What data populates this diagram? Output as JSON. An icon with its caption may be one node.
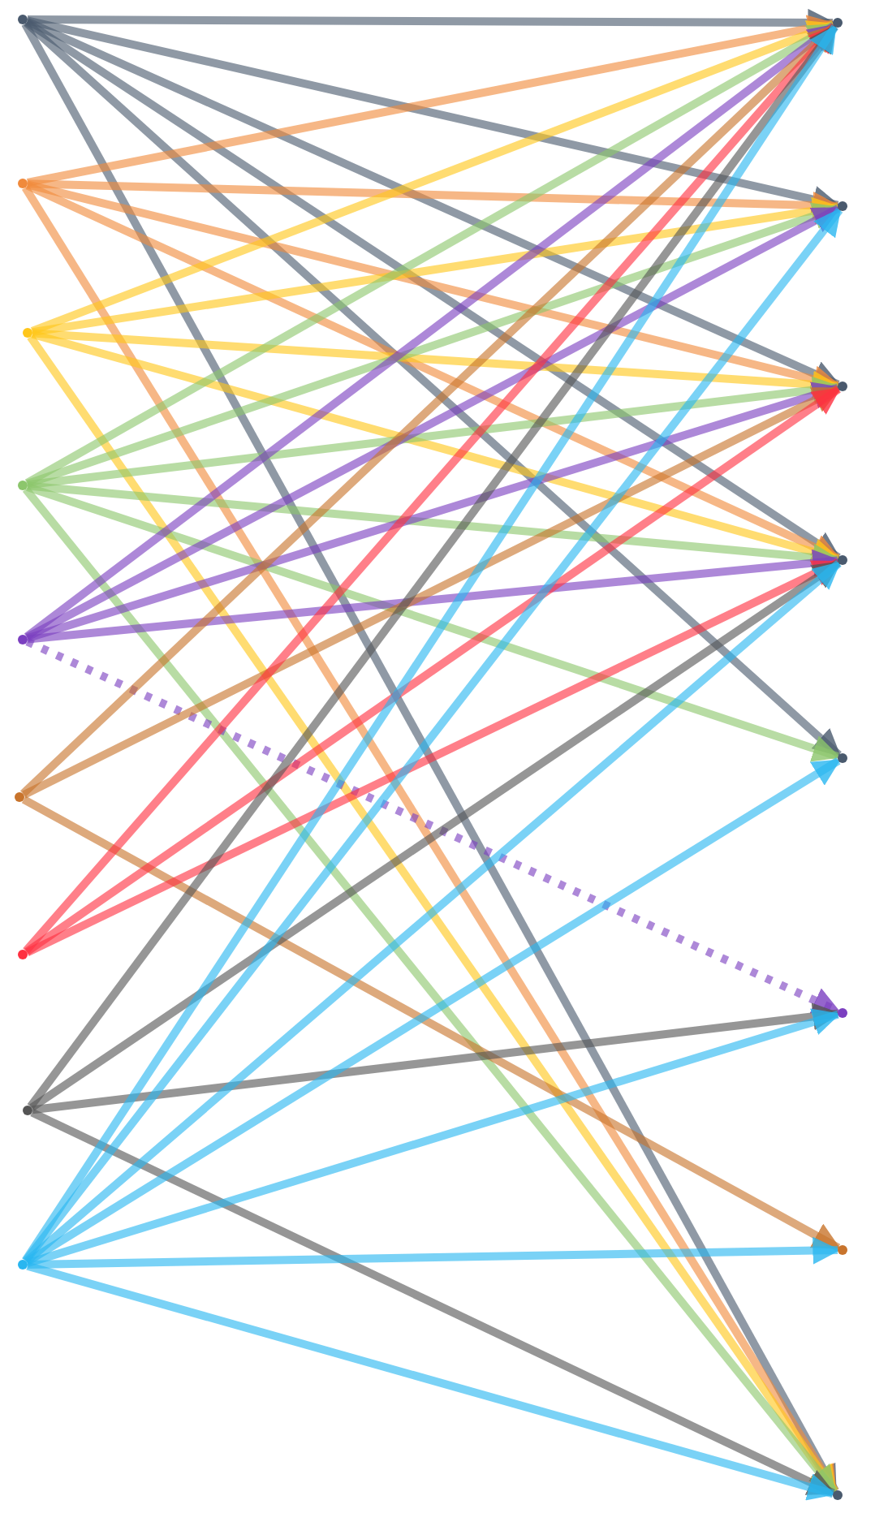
{
  "diagram": {
    "nodes": [
      {
        "text": [],
        "shape": "dot"
      },
      {
        "text": [],
        "shape": "dot"
      },
      {
        "text": [],
        "shape": "dot"
      },
      {
        "text": [],
        "shape": "dot"
      },
      {
        "text": [],
        "shape": "dot"
      },
      {
        "text": [],
        "shape": "dot"
      },
      {
        "text": [],
        "shape": "dot"
      },
      {
        "text": [],
        "shape": "dot"
      },
      {
        "text": [],
        "shape": "dot"
      },
      {
        "text": [],
        "shape": "dot"
      },
      {
        "text": [],
        "shape": "dot"
      },
      {
        "text": [],
        "shape": "dot"
      },
      {
        "text": [],
        "shape": "dot"
      },
      {
        "text": [],
        "shape": "dot"
      },
      {
        "text": [],
        "shape": "dot"
      },
      {
        "text": [],
        "shape": "dot"
      },
      {
        "text": [],
        "shape": "dot"
      }
    ],
    "edges": [
      {
        "from": 0,
        "to": 9,
        "arrow": "to",
        "color": "#4a5a6e"
      },
      {
        "from": 0,
        "to": 10,
        "arrow": "to",
        "color": "#4a5a6e"
      },
      {
        "from": 0,
        "to": 11,
        "arrow": "to",
        "color": "#4a5a6e"
      },
      {
        "from": 0,
        "to": 12,
        "arrow": "to",
        "color": "#4a5a6e"
      },
      {
        "from": 0,
        "to": 13,
        "arrow": "to",
        "color": "#4a5a6e"
      },
      {
        "from": 0,
        "to": 16,
        "arrow": "to",
        "color": "#4a5a6e"
      },
      {
        "from": 1,
        "to": 9,
        "arrow": "to",
        "color": "#f08a3c"
      },
      {
        "from": 1,
        "to": 10,
        "arrow": "to",
        "color": "#f08a3c"
      },
      {
        "from": 1,
        "to": 11,
        "arrow": "to",
        "color": "#f08a3c"
      },
      {
        "from": 1,
        "to": 12,
        "arrow": "to",
        "color": "#f08a3c"
      },
      {
        "from": 1,
        "to": 16,
        "arrow": "to",
        "color": "#f08a3c"
      },
      {
        "from": 2,
        "to": 9,
        "arrow": "to",
        "color": "#ffc61a"
      },
      {
        "from": 2,
        "to": 10,
        "arrow": "to",
        "color": "#ffc61a"
      },
      {
        "from": 2,
        "to": 11,
        "arrow": "to",
        "color": "#ffc61a"
      },
      {
        "from": 2,
        "to": 12,
        "arrow": "to",
        "color": "#ffc61a"
      },
      {
        "from": 2,
        "to": 16,
        "arrow": "to",
        "color": "#ffc61a"
      },
      {
        "from": 3,
        "to": 9,
        "arrow": "to",
        "color": "#8cc66c"
      },
      {
        "from": 3,
        "to": 10,
        "arrow": "to",
        "color": "#8cc66c"
      },
      {
        "from": 3,
        "to": 11,
        "arrow": "to",
        "color": "#8cc66c"
      },
      {
        "from": 3,
        "to": 12,
        "arrow": "to",
        "color": "#8cc66c"
      },
      {
        "from": 3,
        "to": 13,
        "arrow": "to",
        "color": "#8cc66c"
      },
      {
        "from": 3,
        "to": 16,
        "arrow": "to",
        "color": "#8cc66c"
      },
      {
        "from": 4,
        "to": 9,
        "arrow": "to",
        "color": "#7b3fc0"
      },
      {
        "from": 4,
        "to": 10,
        "arrow": "to",
        "color": "#7b3fc0"
      },
      {
        "from": 4,
        "to": 11,
        "arrow": "to",
        "color": "#7b3fc0"
      },
      {
        "from": 4,
        "to": 12,
        "arrow": "to",
        "color": "#7b3fc0"
      },
      {
        "from": 4,
        "to": 14,
        "arrow": "to",
        "color": "#7b3fc0",
        "style": "dashed"
      },
      {
        "from": 5,
        "to": 9,
        "arrow": "to",
        "color": "#c8742c"
      },
      {
        "from": 5,
        "to": 11,
        "arrow": "to",
        "color": "#c8742c"
      },
      {
        "from": 5,
        "to": 15,
        "arrow": "to",
        "color": "#c8742c"
      },
      {
        "from": 6,
        "to": 9,
        "arrow": "to",
        "color": "#ff3040"
      },
      {
        "from": 6,
        "to": 11,
        "arrow": "to",
        "color": "#ff3040"
      },
      {
        "from": 6,
        "to": 12,
        "arrow": "to",
        "color": "#ff3040"
      },
      {
        "from": 7,
        "to": 9,
        "arrow": "to",
        "color": "#555555"
      },
      {
        "from": 7,
        "to": 12,
        "arrow": "to",
        "color": "#555555"
      },
      {
        "from": 7,
        "to": 14,
        "arrow": "to",
        "color": "#555555"
      },
      {
        "from": 7,
        "to": 16,
        "arrow": "to",
        "color": "#555555"
      },
      {
        "from": 8,
        "to": 9,
        "arrow": "to",
        "color": "#29b6f0"
      },
      {
        "from": 8,
        "to": 10,
        "arrow": "to",
        "color": "#29b6f0"
      },
      {
        "from": 8,
        "to": 12,
        "arrow": "to",
        "color": "#29b6f0"
      },
      {
        "from": 8,
        "to": 13,
        "arrow": "to",
        "color": "#29b6f0"
      },
      {
        "from": 8,
        "to": 14,
        "arrow": "to",
        "color": "#29b6f0"
      },
      {
        "from": 8,
        "to": 15,
        "arrow": "to",
        "color": "#29b6f0"
      },
      {
        "from": 8,
        "to": 16,
        "arrow": "to",
        "color": "#29b6f0"
      }
    ]
  }
}
